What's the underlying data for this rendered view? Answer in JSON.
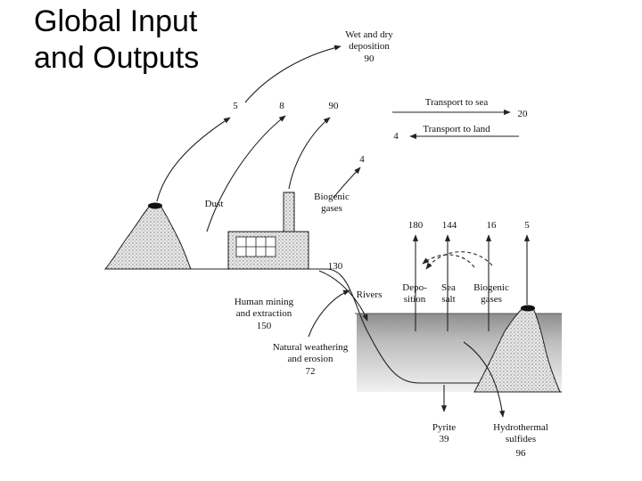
{
  "title": {
    "line1": "Global Input",
    "line2": "and Outputs"
  },
  "labels": {
    "wet_dry_line1": "Wet and dry",
    "wet_dry_line2": "deposition",
    "wet_dry_value": "90",
    "out_volcano": "5",
    "out_dust": "8",
    "out_factory": "90",
    "transport_sea": "Transport to sea",
    "transport_sea_value": "20",
    "transport_land": "Transport to land",
    "transport_land_value": "4",
    "biogenic_in_value": "4",
    "dust": "Dust",
    "biogenic_land_line1": "Biogenic",
    "biogenic_land_line2": "gases",
    "ocean_180": "180",
    "ocean_144": "144",
    "ocean_16": "16",
    "ocean_5": "5",
    "rivers_value": "130",
    "rivers": "Rivers",
    "deposition_line1": "Depo-",
    "deposition_line2": "sition",
    "seasalt_line1": "Sea",
    "seasalt_line2": "salt",
    "biogenic_sea_line1": "Biogenic",
    "biogenic_sea_line2": "gases",
    "mining_line1": "Human mining",
    "mining_line2": "and extraction",
    "mining_value": "150",
    "weathering_line1": "Natural weathering",
    "weathering_line2": "and erosion",
    "weathering_value": "72",
    "pyrite": "Pyrite",
    "pyrite_value": "39",
    "hydro_line1": "Hydrothermal",
    "hydro_line2": "sulfides",
    "hydro_value": "96"
  }
}
